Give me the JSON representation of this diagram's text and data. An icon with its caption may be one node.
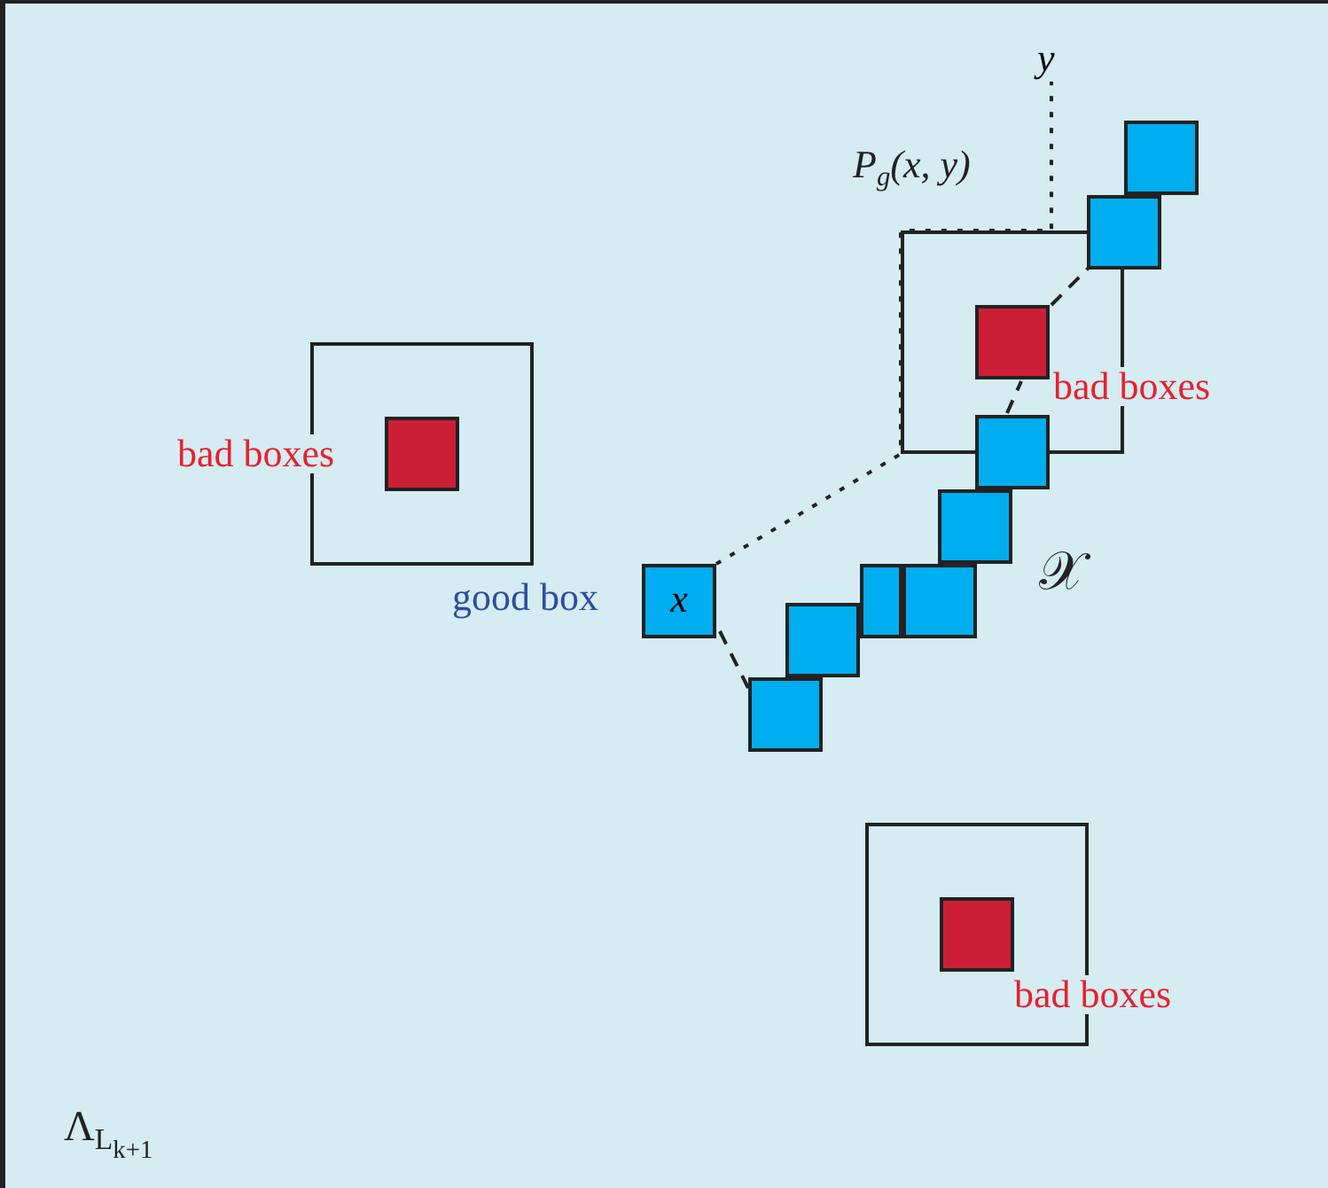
{
  "diagram": {
    "nodes": [
      {
        "text": [
          "y"
        ]
      },
      {
        "text": [],
        "shape": "box"
      },
      {
        "text": [],
        "shape": "box"
      },
      {
        "text": [],
        "shape": "box"
      },
      {
        "text": [],
        "shape": "box",
        "in": 3,
        "beside": [
          "bad boxes"
        ]
      },
      {
        "text": [],
        "shape": "box"
      },
      {
        "text": [],
        "shape": "box",
        "in": 5,
        "beside": [
          "bad boxes"
        ]
      },
      {
        "text": [],
        "shape": "box"
      },
      {
        "text": [],
        "shape": "box"
      },
      {
        "text": [],
        "shape": "box"
      },
      {
        "text": [],
        "shape": "box"
      },
      {
        "text": [
          "x"
        ],
        "beside": [
          "good box"
        ]
      },
      {
        "text": [],
        "shape": "box"
      },
      {
        "text": [],
        "shape": "box"
      },
      {
        "text": [],
        "shape": "box"
      },
      {
        "text": [],
        "shape": "box",
        "in": 14,
        "beside": [
          "bad boxes"
        ]
      }
    ],
    "edges": [
      {
        "from": 11,
        "to": 0,
        "arrow": "none",
        "style": "dashed",
        "label": "P$_{g}$(x, y)"
      },
      {
        "from": 11,
        "to": 13,
        "arrow": "none",
        "style": "dashed"
      },
      {
        "from": 7,
        "to": 4,
        "arrow": "none",
        "style": "dashed"
      },
      {
        "from": 4,
        "to": 2,
        "arrow": "none",
        "style": "dashed"
      }
    ],
    "labels": [
      "𝒳",
      "Λ$_{L}$$_{k+1}$"
    ]
  }
}
